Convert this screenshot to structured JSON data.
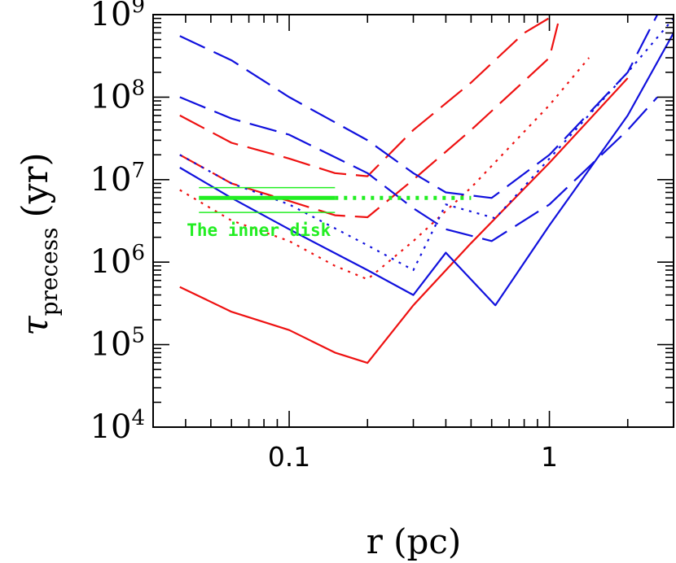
{
  "chart_data": {
    "type": "line",
    "title": "",
    "xlabel": "r (pc)",
    "ylabel": "τ",
    "ylabel_sub": "precess",
    "ylabel_unit": "(yr)",
    "xscale": "log",
    "yscale": "log",
    "xlim": [
      0.03,
      3.0
    ],
    "ylim": [
      10000,
      1000000000
    ],
    "xtick_labels": [
      {
        "value": 0.1,
        "label": "0.1"
      },
      {
        "value": 1,
        "label": "1"
      }
    ],
    "ytick_labels": [
      {
        "value": 10000,
        "base": "10",
        "exp": "4"
      },
      {
        "value": 100000,
        "base": "10",
        "exp": "5"
      },
      {
        "value": 1000000,
        "base": "10",
        "exp": "6"
      },
      {
        "value": 10000000,
        "base": "10",
        "exp": "7"
      },
      {
        "value": 100000000,
        "base": "10",
        "exp": "8"
      },
      {
        "value": 1000000000,
        "base": "10",
        "exp": "9"
      }
    ],
    "grid": false,
    "colors": {
      "red": "#ee1111",
      "blue": "#1111dd",
      "green": "#22ee22"
    },
    "series": [
      {
        "color": "red",
        "style": "solid",
        "x": [
          0.038,
          0.06,
          0.1,
          0.15,
          0.2,
          0.3,
          0.5,
          1.0,
          2.0
        ],
        "y": [
          500000,
          250000,
          150000,
          80000,
          60000,
          300000,
          1700000,
          16000000,
          170000000
        ]
      },
      {
        "color": "red",
        "style": "dotted",
        "x": [
          0.038,
          0.06,
          0.1,
          0.15,
          0.2,
          0.3,
          0.5,
          1.0,
          1.42
        ],
        "y": [
          7500000,
          3200000,
          1800000,
          900000,
          620000,
          1800000,
          8000000,
          80000000,
          300000000
        ]
      },
      {
        "color": "red",
        "style": "dashed",
        "x": [
          0.038,
          0.06,
          0.1,
          0.15,
          0.2,
          0.3,
          0.5,
          1.0,
          1.1
        ],
        "y": [
          20000000,
          9000000,
          5500000,
          3700000,
          3500000,
          10000000,
          40000000,
          300000000,
          1000000000
        ]
      },
      {
        "color": "red",
        "style": "dashed",
        "x": [
          0.038,
          0.06,
          0.1,
          0.15,
          0.2,
          0.3,
          0.5,
          0.8,
          1.05
        ],
        "y": [
          60000000,
          28000000,
          18000000,
          12000000,
          11000000,
          40000000,
          150000000,
          600000000,
          1000000000
        ]
      },
      {
        "color": "blue",
        "style": "solid",
        "x": [
          0.038,
          0.06,
          0.1,
          0.2,
          0.3,
          0.4,
          0.62,
          1.0,
          2.0,
          3.0
        ],
        "y": [
          14000000,
          6000000,
          2500000,
          800000,
          400000,
          1300000,
          300000,
          2800000,
          60000000,
          600000000
        ]
      },
      {
        "color": "blue",
        "style": "dotted",
        "x": [
          0.038,
          0.06,
          0.1,
          0.2,
          0.3,
          0.4,
          0.62,
          1.0,
          2.0,
          3.0
        ],
        "y": [
          20000000,
          9000000,
          5000000,
          1600000,
          800000,
          5000000,
          3400000,
          18000000,
          200000000,
          900000000
        ]
      },
      {
        "color": "blue",
        "style": "dashed",
        "x": [
          0.038,
          0.06,
          0.1,
          0.2,
          0.3,
          0.4,
          0.6,
          1.0,
          2.0,
          2.6
        ],
        "y": [
          100000000,
          55000000,
          35000000,
          12000000,
          4500000,
          2500000,
          1800000,
          5000000,
          40000000,
          100000000
        ]
      },
      {
        "color": "blue",
        "style": "dashed",
        "x": [
          0.038,
          0.06,
          0.1,
          0.2,
          0.3,
          0.4,
          0.6,
          1.0,
          2.0,
          2.6
        ],
        "y": [
          550000000,
          280000000,
          100000000,
          30000000,
          12000000,
          7000000,
          6000000,
          20000000,
          200000000,
          1000000000
        ]
      }
    ],
    "annotations": {
      "inner_disk_label": "The inner disk",
      "inner_disk": {
        "x_start": 0.045,
        "x_solid_end": 0.15,
        "x_dotted_end": 0.5,
        "y": 6000000,
        "y_upper": 8000000,
        "y_lower": 4000000
      }
    }
  }
}
